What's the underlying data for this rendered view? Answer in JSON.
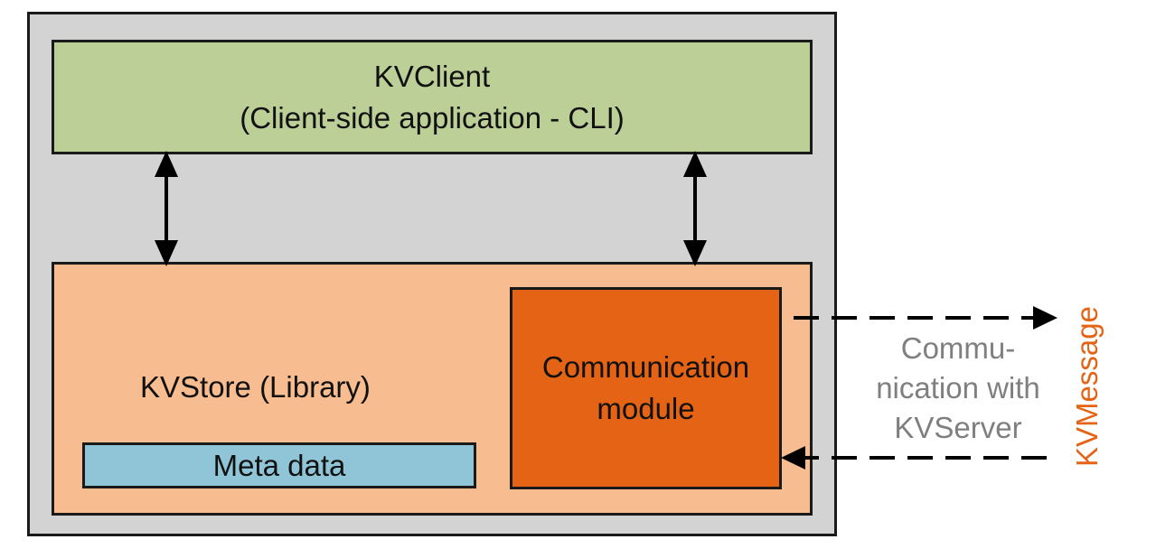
{
  "diagram": {
    "client": {
      "title": "KVClient",
      "subtitle": "(Client-side application - CLI)"
    },
    "store": {
      "label": "KVStore (Library)"
    },
    "meta": {
      "label": "Meta data"
    },
    "comm_module": {
      "line1": "Communication",
      "line2": "module"
    },
    "comm_note": {
      "line1": "Commu-",
      "line2": "nication with",
      "line3": "KVServer"
    },
    "message_label": "KVMessage"
  },
  "colors": {
    "frame": "#d3d3d3",
    "client": "#bccf97",
    "store": "#f7bc8f",
    "meta": "#8fc5d7",
    "comm_module": "#e46315",
    "note_text": "#7f7f7f",
    "message_text": "#e46315"
  }
}
